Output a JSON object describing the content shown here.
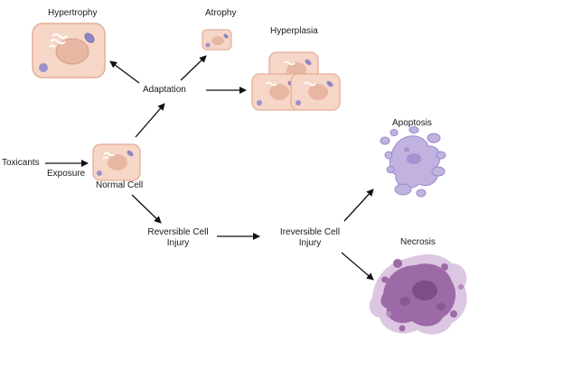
{
  "labels": {
    "hypertrophy": "Hypertrophy",
    "atrophy": "Atrophy",
    "hyperplasia": "Hyperplasia",
    "adaptation": "Adaptation",
    "toxicants": "Toxicants",
    "exposure": "Exposure",
    "normal_cell": "Normal Cell",
    "reversible_line1": "Reversible Cell",
    "reversible_line2": "Injury",
    "irreversible_line1": "Ireversible Cell",
    "irreversible_line2": "Injury",
    "apoptosis": "Apoptosis",
    "necrosis": "Necrosis"
  },
  "colors": {
    "cell_fill": "#f6d6c6",
    "cell_stroke": "#e3ae97",
    "nucleus": "#e8b7a3",
    "mito": "#8f86c4",
    "er": "#ffffff",
    "apoptosis_fill": "#c1b2e0",
    "apoptosis_stroke": "#9b89c9",
    "necrosis_fill": "#9c6aa6",
    "necrosis_dark": "#7d4c89",
    "necrosis_halo": "#ddc6e2",
    "arrow": "#111111"
  }
}
